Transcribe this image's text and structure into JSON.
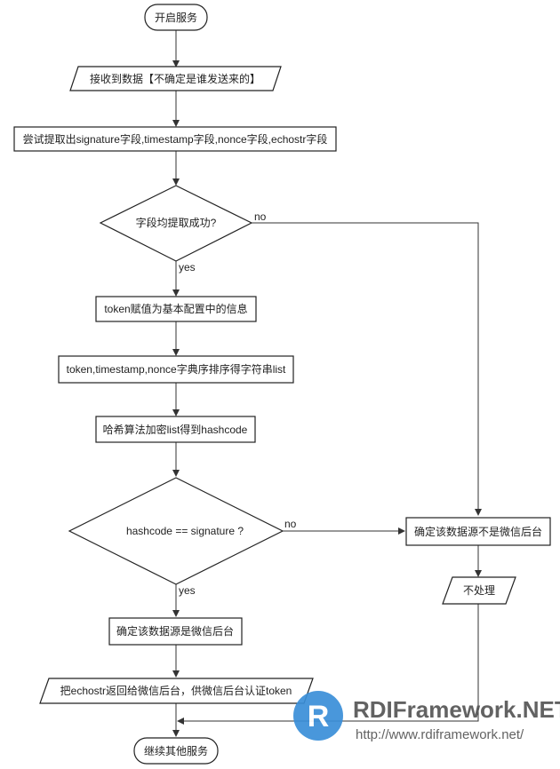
{
  "nodes": {
    "start": "开启服务",
    "receive": "接收到数据【不确定是谁发送来的】",
    "extract": "尝试提取出signature字段,timestamp字段,nonce字段,echostr字段",
    "check_fields": "字段均提取成功?",
    "assign_token": "token赋值为基本配置中的信息",
    "sort": "token,timestamp,nonce字典序排序得字符串list",
    "hash": "哈希算法加密list得到hashcode",
    "compare": "hashcode == signature ?",
    "confirm_wechat": "确定该数据源是微信后台",
    "confirm_not_wechat": "确定该数据源不是微信后台",
    "no_process": "不处理",
    "return_echostr": "把echostr返回给微信后台，供微信后台认证token",
    "end": "继续其他服务"
  },
  "edge_labels": {
    "check_no": "no",
    "check_yes": "yes",
    "compare_no": "no",
    "compare_yes": "yes"
  },
  "watermark": {
    "logo_letter": "R",
    "title": "RDIFramework.NET",
    "url": "http://www.rdiframework.net/",
    "logo_color": "#3a8fd8"
  }
}
